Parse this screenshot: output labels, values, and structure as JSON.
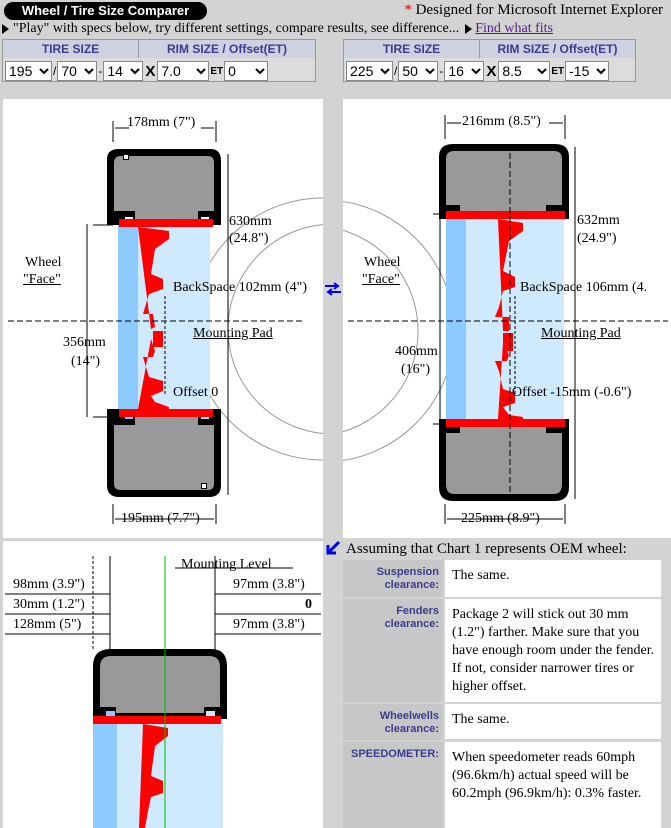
{
  "header": {
    "title": "Wheel / Tire Size Comparer",
    "designed_star": "*",
    "designed_text": "Designed for Microsoft Internet Explorer",
    "subtitle": "\"Play\" with specs below, try different settings, compare results, see difference...",
    "find_link": "Find what fits"
  },
  "controls": {
    "tire_size_header": "TIRE SIZE",
    "rim_size_header": "RIM SIZE / Offset(ET)",
    "x_label": "X",
    "et_label": "ET",
    "left": {
      "width": "195",
      "aspect": "70",
      "rim": "14",
      "rim_width": "7.0",
      "offset": "0"
    },
    "right": {
      "width": "225",
      "aspect": "50",
      "rim": "16",
      "rim_width": "8.5",
      "offset": "-15"
    }
  },
  "chart1": {
    "top_width": "178mm (7\")",
    "height_mm": "630mm",
    "height_in": "(24.8\")",
    "wheel": "Wheel",
    "face": "\"Face\"",
    "backspace": "BackSpace 102mm (4\")",
    "mounting_pad": "Mounting Pad",
    "rim_mm": "356mm",
    "rim_in": "(14\")",
    "offset": "Offset 0",
    "bottom_width": "195mm (7.7\")"
  },
  "chart2": {
    "top_width": "216mm (8.5\")",
    "height_mm": "632mm",
    "height_in": "(24.9\")",
    "wheel": "Wheel",
    "face": "\"Face\"",
    "backspace": "BackSpace 106mm (4.",
    "mounting_pad": "Mounting Pad",
    "rim_mm": "406mm",
    "rim_in": "(16\")",
    "offset": "Offset -15mm (-0.6\")",
    "bottom_width": "225mm (8.9\")"
  },
  "compare": {
    "mounting_level": "Mounting Level",
    "left_row1": "98mm (3.9\")",
    "left_row2": "30mm (1.2\")",
    "left_row3": "128mm (5\")",
    "right_row1": "97mm (3.8\")",
    "right_row2": "0",
    "right_row3": "97mm (3.8\")"
  },
  "results": {
    "assuming": "Assuming that Chart 1 represents OEM wheel:",
    "rows": [
      {
        "head1": "Suspension",
        "head2": "clearance:",
        "text": "The same."
      },
      {
        "head1": "Fenders",
        "head2": "clearance:",
        "text": "Package 2 will stick out 30 mm (1.2\") farther. Make sure that you have enough room under the fender. If not, consider narrower tires or higher offset."
      },
      {
        "head1": "Wheelwells",
        "head2": "clearance:",
        "text": "The same."
      },
      {
        "head1": "SPEEDOMETER:",
        "head2": "",
        "text": "When speedometer reads 60mph (96.6km/h) actual speed will be 60.2mph (96.9km/h): 0.3% faster."
      }
    ]
  },
  "colors": {
    "tire": "#999999",
    "rim_red": "#ff0000",
    "blue": "#3aa0ff",
    "label_blue": "#3b3b8f"
  }
}
